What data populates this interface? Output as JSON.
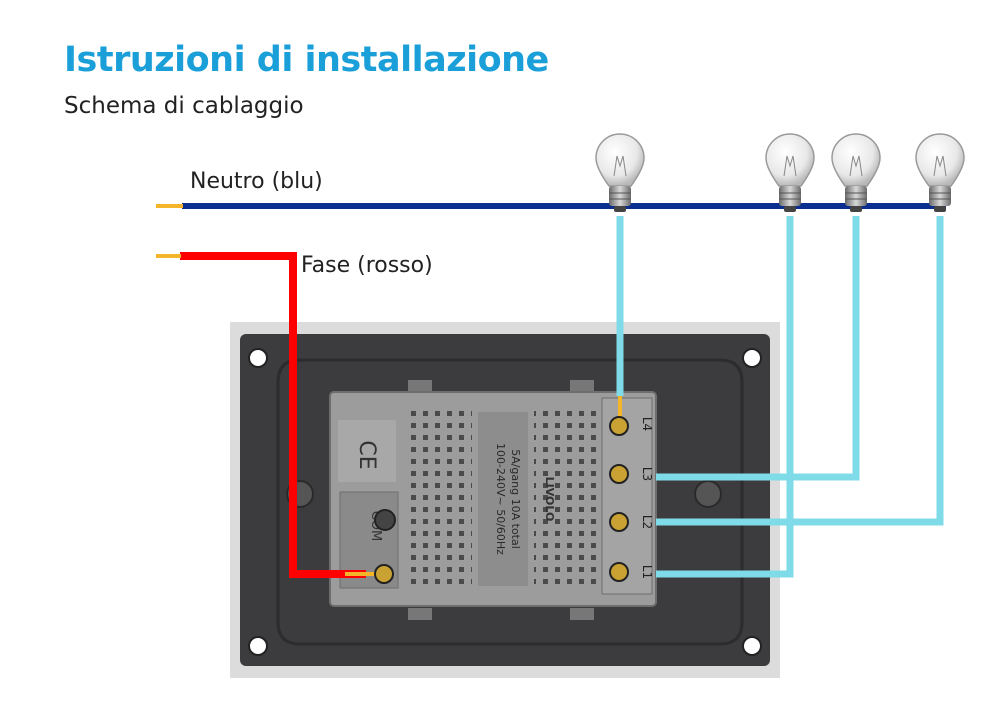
{
  "header": {
    "title": "Istruzioni di installazione",
    "subtitle": "Schema di cablaggio"
  },
  "wires": {
    "neutral_label": "Neutro (blu)",
    "phase_label": "Fase (rosso)",
    "neutral_color": "#0a2f8f",
    "phase_color": "#ff0000",
    "load_color": "#7fdbe8",
    "tip_color": "#f5b52a"
  },
  "switch": {
    "com_label": "COM",
    "ce_mark": "CE",
    "brand": "LIVOLO",
    "spec_line1": "100-240V~  50/60Hz",
    "spec_line2": "5A/gang 10A total",
    "terminals": [
      "L4",
      "L3",
      "L2",
      "L1"
    ]
  },
  "bulbs": [
    "bulb",
    "bulb",
    "bulb",
    "bulb"
  ],
  "colors": {
    "title": "#1a9fd9",
    "frame": "#dcdcdc",
    "panel": "#3c3c3e",
    "module": "#9c9c9c"
  }
}
